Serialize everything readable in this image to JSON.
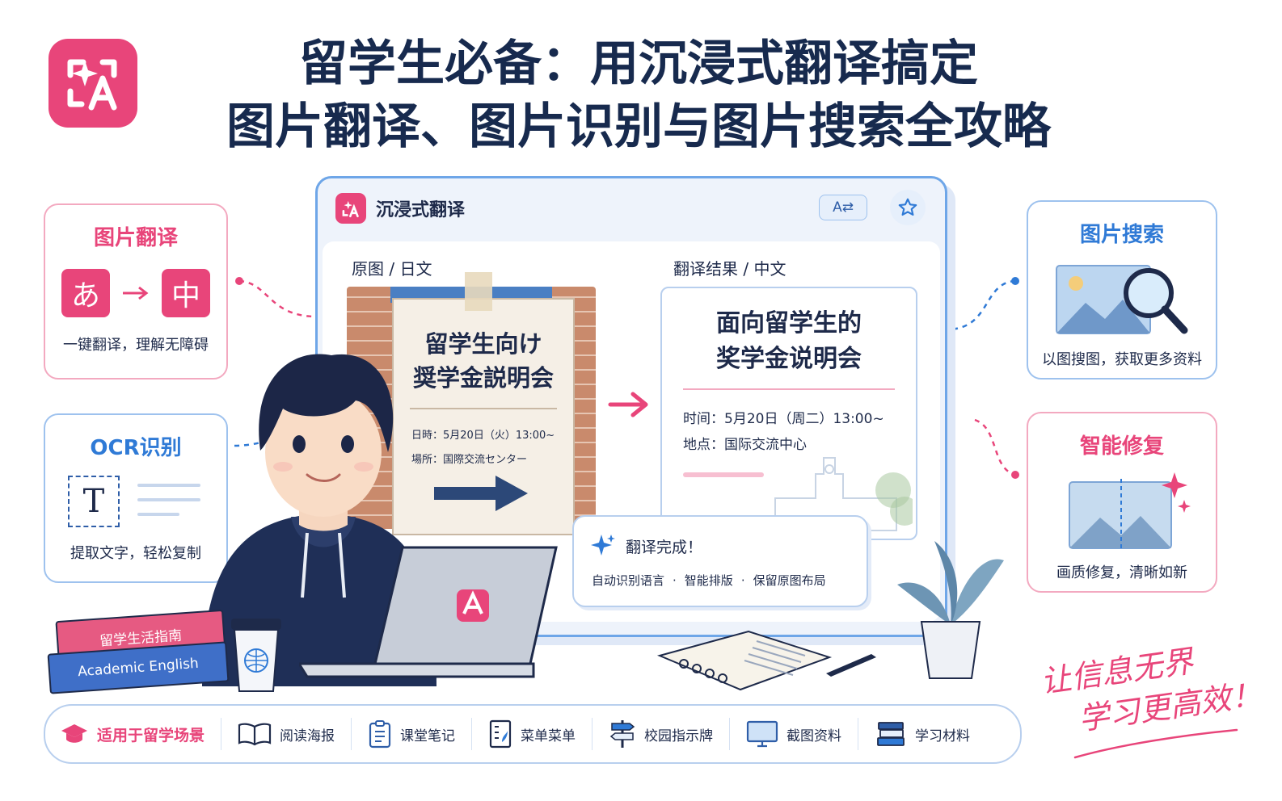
{
  "title": {
    "line1": "留学生必备：用沉浸式翻译搞定",
    "line2": "图片翻译、图片识别与图片搜索全攻略"
  },
  "features": {
    "image_translate": {
      "title": "图片翻译",
      "from_char": "あ",
      "to_char": "中",
      "caption": "一键翻译，理解无障碍"
    },
    "ocr": {
      "title": "OCR识别",
      "glyph": "T",
      "caption": "提取文字，轻松复制"
    },
    "image_search": {
      "title": "图片搜索",
      "caption": "以图搜图，获取更多资料"
    },
    "restore": {
      "title": "智能修复",
      "caption": "画质修复，清晰如新"
    }
  },
  "app_window": {
    "name": "沉浸式翻译",
    "translate_button": "A⇄",
    "original": {
      "label": "原图 / 日文",
      "poster_title_1": "留学生向け",
      "poster_title_2": "奨学金説明会",
      "date_line": "日時：5月20日（火）13:00~",
      "place_line": "場所：国際交流センター"
    },
    "translated": {
      "label": "翻译结果 / 中文",
      "title_1": "面向留学生的",
      "title_2": "奖学金说明会",
      "time_line": "时间：5月20日（周二）13:00~",
      "place_line": "地点：国际交流中心"
    },
    "toast": {
      "title": "翻译完成！",
      "items": [
        "自动识别语言",
        "智能排版",
        "保留原图布局"
      ]
    }
  },
  "books": {
    "top": "留学生活指南",
    "bottom": "Academic English"
  },
  "scenarios": {
    "label": "适用于留学场景",
    "items": [
      {
        "label": "阅读海报",
        "icon": "open-book-icon"
      },
      {
        "label": "课堂笔记",
        "icon": "clipboard-icon"
      },
      {
        "label": "菜单菜单",
        "icon": "menu-list-icon"
      },
      {
        "label": "校园指示牌",
        "icon": "signpost-icon"
      },
      {
        "label": "截图资料",
        "icon": "monitor-icon"
      },
      {
        "label": "学习材料",
        "icon": "book-stack-icon"
      }
    ]
  },
  "slogan": {
    "line1": "让信息无界",
    "line2": "学习更高效！"
  },
  "colors": {
    "brand_pink": "#e8457a",
    "brand_blue": "#2f7ad6",
    "navy": "#172a4e"
  }
}
